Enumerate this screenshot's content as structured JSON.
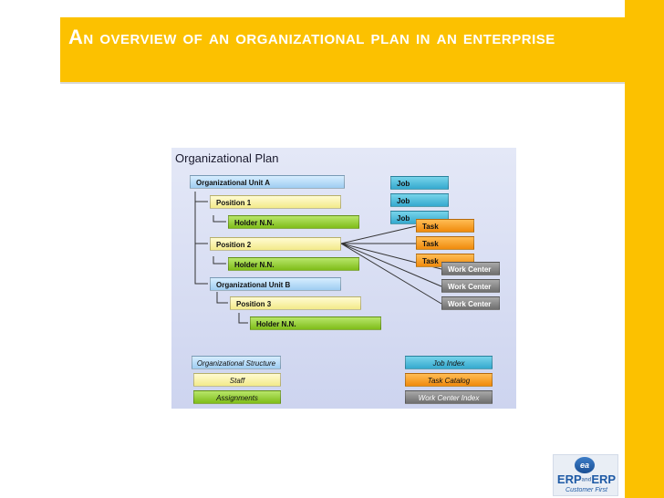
{
  "slide": {
    "title": "An overview of an organizational plan in an enterprise"
  },
  "diagram": {
    "title": "Organizational Plan",
    "tree": [
      {
        "label": "Organizational Unit  A",
        "kind": "org-unit"
      },
      {
        "label": "Position 1",
        "kind": "position"
      },
      {
        "label": "Holder N.N.",
        "kind": "holder"
      },
      {
        "label": "Position 2",
        "kind": "position"
      },
      {
        "label": "Holder N.N.",
        "kind": "holder"
      },
      {
        "label": "Organizational Unit  B",
        "kind": "org-unit"
      },
      {
        "label": "Position 3",
        "kind": "position"
      },
      {
        "label": "Holder N.N.",
        "kind": "holder"
      }
    ],
    "jobs": [
      "Job",
      "Job",
      "Job"
    ],
    "tasks": [
      "Task",
      "Task",
      "Task"
    ],
    "work_centers": [
      "Work Center",
      "Work Center",
      "Work Center"
    ],
    "legend": {
      "org_structure": "Organizational Structure",
      "staff": "Staff",
      "assignments": "Assignments",
      "job_index": "Job Index",
      "task_catalog": "Task Catalog",
      "work_center_index": "Work Center Index"
    },
    "colors": {
      "org_unit": "#9fcdf2",
      "position": "#f3ea8a",
      "holder": "#7fbd19",
      "job": "#35a9cf",
      "task": "#f08a0c",
      "work_center": "#6f6f6f"
    }
  },
  "logo": {
    "badge": "ea",
    "left": "ERP",
    "and": "and",
    "right": "ERP",
    "tagline": "Customer First"
  },
  "theme": {
    "accent": "#fcc100",
    "title_text": "#ffffff"
  }
}
